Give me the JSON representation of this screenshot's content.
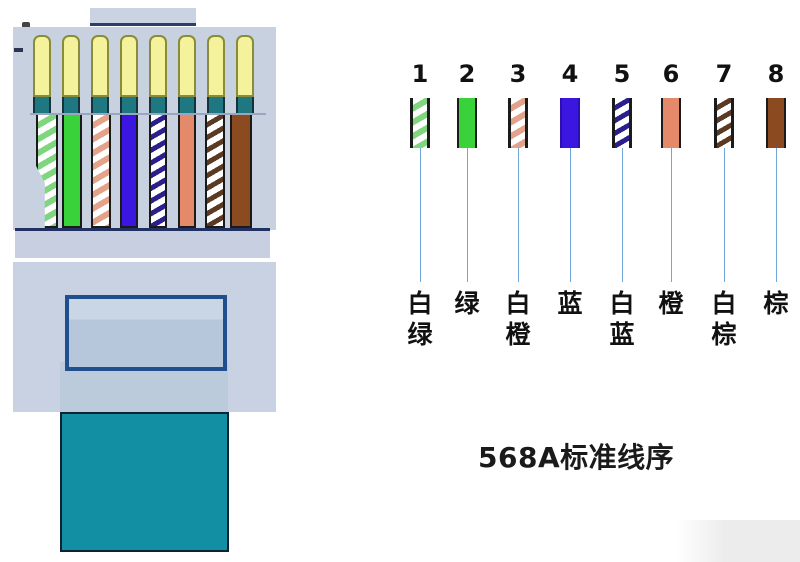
{
  "diagram": {
    "title": "568A标准线序",
    "standard": "T568A",
    "connector": {
      "type": "RJ45",
      "pin_count": 8,
      "colors": {
        "plug_body": "#c8d1e0",
        "boot": "#128fa2",
        "contact": "#f4f29a",
        "collar": "#1e7781"
      }
    },
    "pins": [
      {
        "number": "1",
        "label": "白绿",
        "line1": "白",
        "line2": "绿",
        "pattern": "stripe-green",
        "color": "#7fd67f"
      },
      {
        "number": "2",
        "label": "绿",
        "line1": "绿",
        "line2": "",
        "pattern": "solid-green",
        "color": "#3ad23a"
      },
      {
        "number": "3",
        "label": "白橙",
        "line1": "白",
        "line2": "橙",
        "pattern": "stripe-orange",
        "color": "#e3a38a"
      },
      {
        "number": "4",
        "label": "蓝",
        "line1": "蓝",
        "line2": "",
        "pattern": "solid-blue",
        "color": "#3b16e0"
      },
      {
        "number": "5",
        "label": "白蓝",
        "line1": "白",
        "line2": "蓝",
        "pattern": "stripe-blue",
        "color": "#2a1f8c"
      },
      {
        "number": "6",
        "label": "橙",
        "line1": "橙",
        "line2": "",
        "pattern": "solid-orange",
        "color": "#e48a6a"
      },
      {
        "number": "7",
        "label": "白棕",
        "line1": "白",
        "line2": "棕",
        "pattern": "stripe-brown",
        "color": "#5a3a22"
      },
      {
        "number": "8",
        "label": "棕",
        "line1": "棕",
        "line2": "",
        "pattern": "solid-brown",
        "color": "#8b4a20"
      }
    ],
    "leader_line_color": "#6ea7d8"
  }
}
